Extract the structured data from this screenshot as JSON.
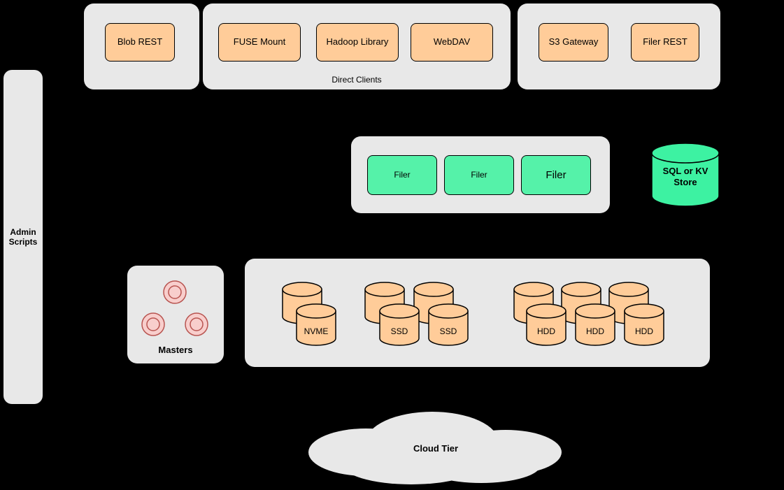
{
  "colors": {
    "canvas_bg": "#000000",
    "container_gray": "#e8e8e8",
    "node_orange": "#ffcc99",
    "node_green": "#55f2a9",
    "cylinder_green": "#3df2a2",
    "circle_pink": "#f8cecc",
    "circle_stroke": "#b85450",
    "stroke": "#000000"
  },
  "client_groups": {
    "blob": {
      "items": [
        {
          "label": "Blob REST"
        }
      ]
    },
    "direct": {
      "label": "Direct Clients",
      "items": [
        {
          "label": "FUSE Mount"
        },
        {
          "label": "Hadoop Library"
        },
        {
          "label": "WebDAV"
        }
      ]
    },
    "gateway": {
      "items": [
        {
          "label": "S3 Gateway"
        },
        {
          "label": "Filer REST"
        }
      ]
    }
  },
  "admin_bar": {
    "label": "Admin Scripts"
  },
  "filer_cluster": {
    "items": [
      {
        "label": "Filer"
      },
      {
        "label": "Filer"
      },
      {
        "label": "Filer"
      }
    ]
  },
  "metadata_store": {
    "label": "SQL or KV Store"
  },
  "masters": {
    "label": "Masters"
  },
  "volume_storage": {
    "nvme": {
      "labels": [
        "NVME"
      ]
    },
    "ssd": {
      "labels": [
        "SSD",
        "SSD"
      ]
    },
    "hdd": {
      "labels": [
        "HDD",
        "HDD",
        "HDD"
      ]
    }
  },
  "cloud": {
    "label": "Cloud Tier"
  }
}
